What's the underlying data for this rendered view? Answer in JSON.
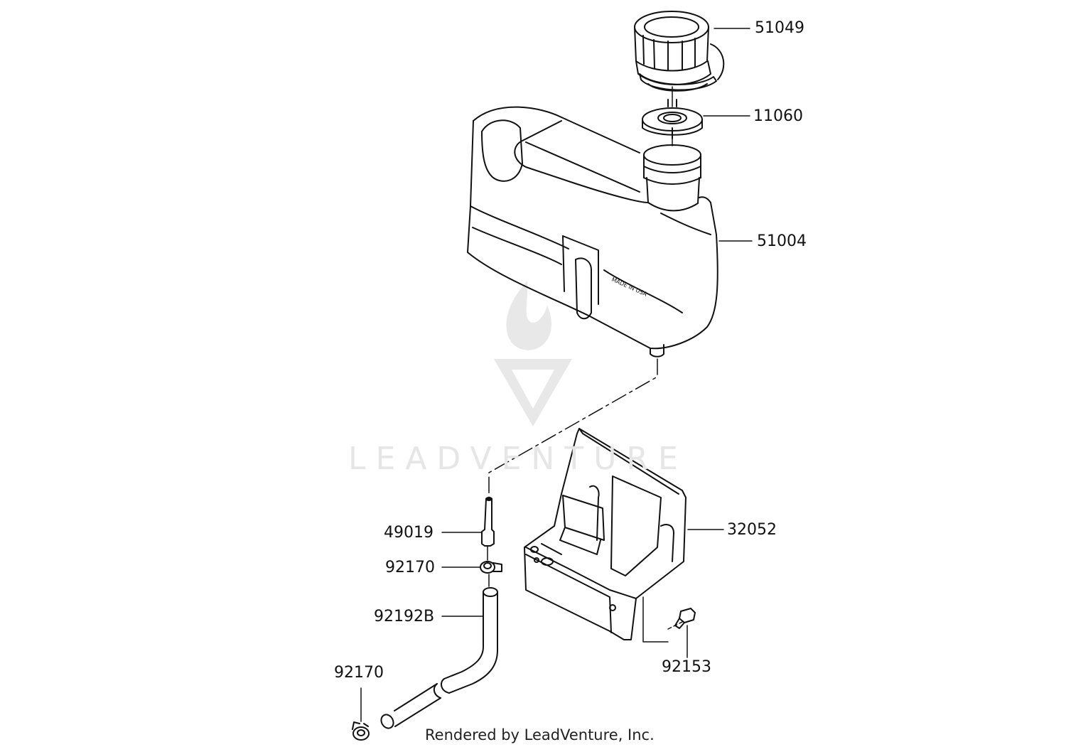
{
  "diagram": {
    "parts": [
      {
        "id": "51049",
        "label": "51049"
      },
      {
        "id": "11060",
        "label": "11060"
      },
      {
        "id": "51004",
        "label": "51004"
      },
      {
        "id": "32052",
        "label": "32052"
      },
      {
        "id": "49019",
        "label": "49019"
      },
      {
        "id": "92170a",
        "label": "92170"
      },
      {
        "id": "92192B",
        "label": "92192B"
      },
      {
        "id": "92153",
        "label": "92153"
      },
      {
        "id": "92170b",
        "label": "92170"
      }
    ]
  },
  "watermark": {
    "text": "LEADVENTURE"
  },
  "footer": {
    "text": "Rendered by LeadVenture, Inc."
  },
  "colors": {
    "line": "#111111",
    "watermark": "#e6e6e6"
  }
}
